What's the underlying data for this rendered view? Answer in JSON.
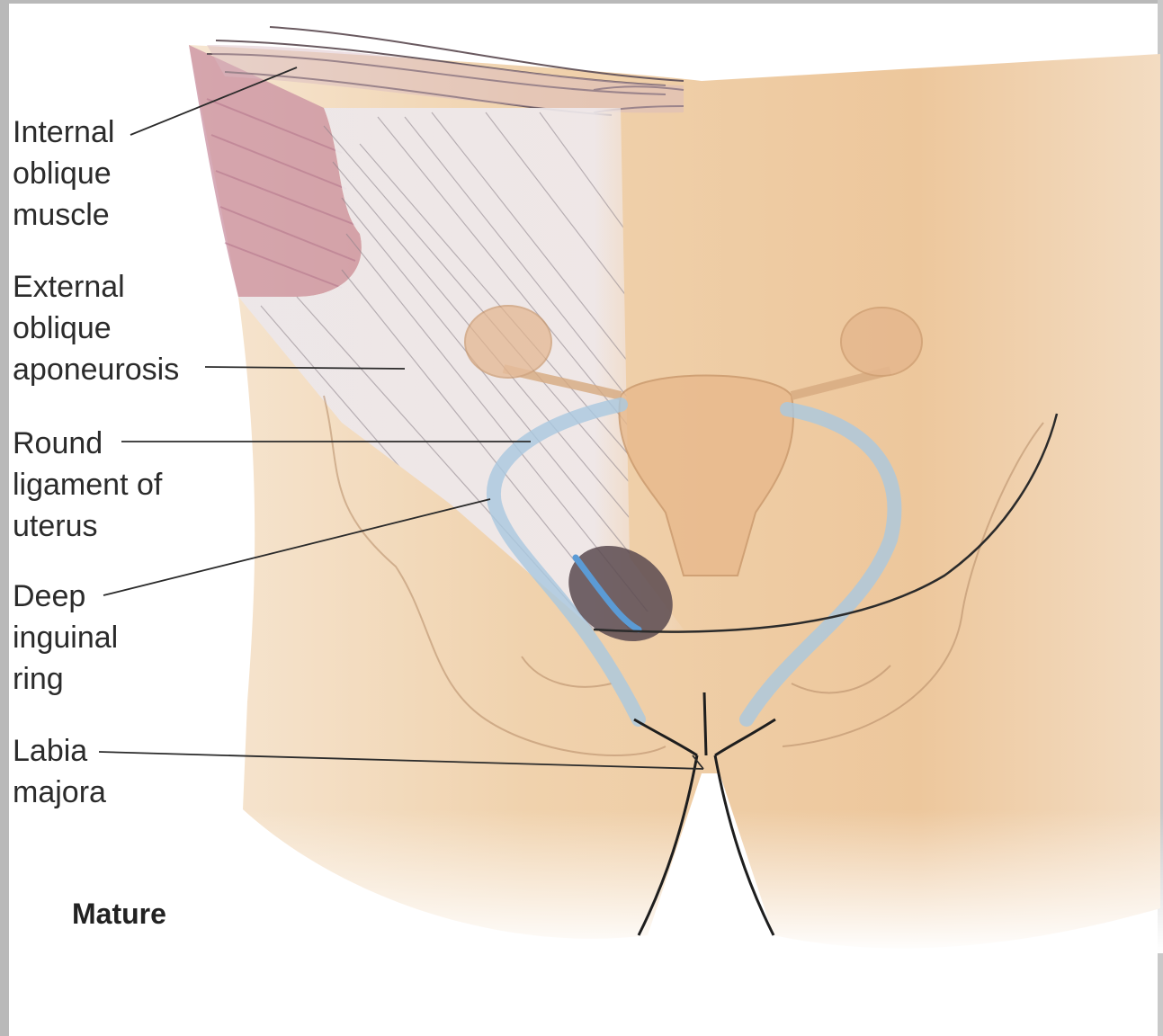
{
  "colors": {
    "frame": "#b9b9b9",
    "skin": "#ecc9a0",
    "skin_shadow": "#d9a878",
    "muscle": "#c98fa0",
    "aponeurosis": "#e9e3e6",
    "ligament": "#a9c8e0",
    "vessel": "#5b9bd5",
    "line": "#2b2b2b"
  },
  "labels": [
    {
      "id": "internal-oblique",
      "text": "Internal\noblique\nmuscle"
    },
    {
      "id": "external-oblique",
      "text": "External\noblique\naponeurosis"
    },
    {
      "id": "round-ligament",
      "text": "Round\nligament of\nuterus"
    },
    {
      "id": "deep-inguinal",
      "text": "Deep\ninguinal\nring"
    },
    {
      "id": "labia-majora",
      "text": "Labia\nmajora"
    }
  ],
  "caption": "Mature"
}
